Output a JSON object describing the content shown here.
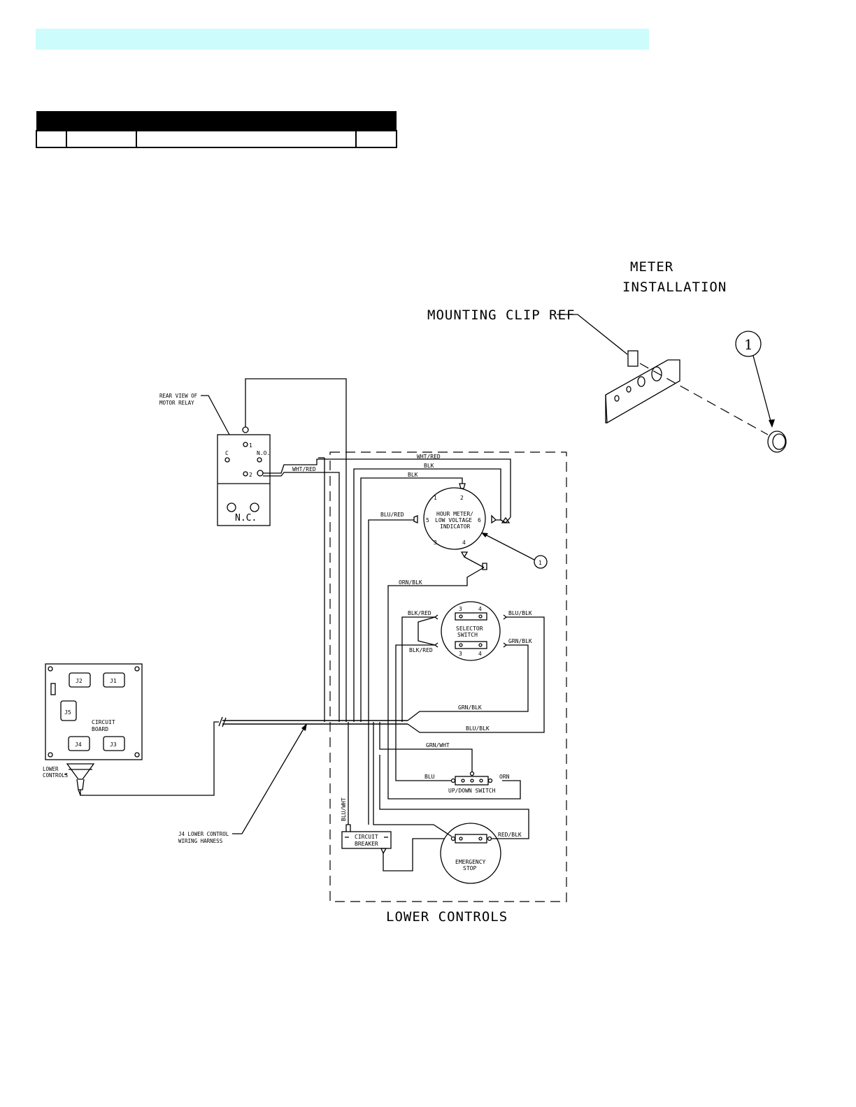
{
  "header": {
    "banner_color": "#ccfcfc"
  },
  "parts_table": {
    "header_color": "#000000",
    "columns": [
      "",
      "",
      "",
      ""
    ],
    "rows": [
      [
        "",
        "",
        "",
        ""
      ]
    ]
  },
  "meter_installation": {
    "title_line1": "METER",
    "title_line2": "INSTALLATION",
    "mounting_clip_label": "MOUNTING CLIP REF",
    "callout": "1"
  },
  "motor_relay": {
    "label_line1": "REAR VIEW OF",
    "label_line2": "MOTOR RELAY",
    "terminal_c": "C",
    "terminal_1": "1",
    "terminal_2": "2",
    "terminal_no": "N.O.",
    "terminal_nc": "N.C."
  },
  "circuit_board": {
    "label_line1": "CIRCUIT",
    "label_line2": "BOARD",
    "connectors": [
      "J2",
      "J1",
      "J5",
      "J4",
      "J3"
    ],
    "lower_controls_line1": "LOWER",
    "lower_controls_line2": "CONTROLS"
  },
  "harness": {
    "label_line1": "J4 LOWER CONTROL",
    "label_line2": "WIRING HARNESS"
  },
  "hour_meter": {
    "label_line1": "HOUR METER/",
    "label_line2": "LOW VOLTAGE",
    "label_line3": "INDICATOR",
    "pins": [
      "1",
      "2",
      "5",
      "6",
      "3",
      "4"
    ],
    "callout": "1"
  },
  "selector_switch": {
    "label_line1": "SELECTOR",
    "label_line2": "SWITCH",
    "pins_top": [
      "3",
      "4"
    ],
    "pins_bottom": [
      "3",
      "4"
    ]
  },
  "updown_switch": {
    "label": "UP/DOWN  SWITCH"
  },
  "emergency_stop": {
    "label_line1": "EMERGENCY",
    "label_line2": "STOP"
  },
  "circuit_breaker": {
    "label_line1": "CIRCUIT",
    "label_line2": "BREAKER"
  },
  "wires": {
    "wht_red_top": "WHT/RED",
    "blk_1": "BLK",
    "blk_2": "BLK",
    "wht_red_relay": "WHT/RED",
    "blu_red": "BLU/RED",
    "orn_blk": "ORN/BLK",
    "blk_red_1": "BLK/RED",
    "blk_red_2": "BLK/RED",
    "blu_blk_1": "BLU/BLK",
    "grn_blk_1": "GRN/BLK",
    "grn_blk_2": "GRN/BLK",
    "blu_blk_2": "BLU/BLK",
    "grn_wht": "GRN/WHT",
    "blu": "BLU",
    "orn": "ORN",
    "blu_wht": "BLU/WHT",
    "red_blk": "RED/BLK"
  },
  "lower_controls_title": "LOWER CONTROLS"
}
